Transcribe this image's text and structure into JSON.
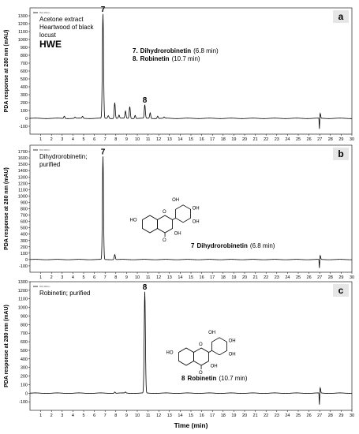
{
  "chart_data": [
    {
      "type": "line",
      "panel": "a",
      "ylabel": "PDA response at 280 nm (mAU)",
      "xlabel": "",
      "xlim": [
        0,
        30
      ],
      "ylim": [
        -200,
        1400
      ],
      "yticks": [
        -100,
        0,
        100,
        200,
        300,
        400,
        500,
        600,
        700,
        800,
        900,
        1000,
        1100,
        1200,
        1300
      ],
      "xticks": [
        1,
        2,
        3,
        4,
        5,
        6,
        7,
        8,
        9,
        10,
        11,
        12,
        13,
        14,
        15,
        16,
        17,
        18,
        19,
        20,
        21,
        22,
        23,
        24,
        25,
        26,
        27,
        28,
        29,
        30
      ],
      "legend_key_text": "PDA 280nm",
      "legend_lines": [
        "Acetone extract",
        "Heartwood of black",
        "locust"
      ],
      "sample_code": "HWE",
      "annotations": [
        {
          "num": "7.",
          "name": "Dihydrorobinetin",
          "rt": "(6.8 min)"
        },
        {
          "num": "8.",
          "name": "Robinetin",
          "rt": "(10.7 min)"
        }
      ],
      "peak_labels": [
        {
          "label": "7",
          "x": 6.8
        },
        {
          "label": "8",
          "x": 10.7
        }
      ],
      "series": [
        {
          "peaks": [
            {
              "x": 3.2,
              "y": 30,
              "w": 0.05
            },
            {
              "x": 4.2,
              "y": 15,
              "w": 0.05
            },
            {
              "x": 4.9,
              "y": 25,
              "w": 0.05
            },
            {
              "x": 6.8,
              "y": 1320,
              "w": 0.055
            },
            {
              "x": 7.3,
              "y": 35,
              "w": 0.06
            },
            {
              "x": 7.9,
              "y": 200,
              "w": 0.05
            },
            {
              "x": 8.3,
              "y": 40,
              "w": 0.05
            },
            {
              "x": 8.9,
              "y": 90,
              "w": 0.05
            },
            {
              "x": 9.3,
              "y": 150,
              "w": 0.05
            },
            {
              "x": 9.8,
              "y": 40,
              "w": 0.05
            },
            {
              "x": 10.7,
              "y": 170,
              "w": 0.05
            },
            {
              "x": 11.2,
              "y": 70,
              "w": 0.05
            },
            {
              "x": 11.9,
              "y": 30,
              "w": 0.05
            },
            {
              "x": 12.5,
              "y": 15,
              "w": 0.05
            }
          ]
        }
      ]
    },
    {
      "type": "line",
      "panel": "b",
      "ylabel": "PDA response at 280 nm (mAU)",
      "xlabel": "",
      "xlim": [
        0,
        30
      ],
      "ylim": [
        -200,
        1800
      ],
      "yticks": [
        -100,
        0,
        100,
        200,
        300,
        400,
        500,
        600,
        700,
        800,
        900,
        1000,
        1100,
        1200,
        1300,
        1400,
        1500,
        1600,
        1700
      ],
      "xticks": [
        1,
        2,
        3,
        4,
        5,
        6,
        7,
        8,
        9,
        10,
        11,
        12,
        13,
        14,
        15,
        16,
        17,
        18,
        19,
        20,
        21,
        22,
        23,
        24,
        25,
        26,
        27,
        28,
        29,
        30
      ],
      "legend_key_text": "PDA 280nm",
      "legend_lines": [
        "Dihydrorobinetin;",
        "purified"
      ],
      "compound_num": "7",
      "compound_name": "Dihydrorobinetin",
      "compound_rt": "(6.8 min)",
      "peak_labels": [
        {
          "label": "7",
          "x": 6.8
        }
      ],
      "series": [
        {
          "peaks": [
            {
              "x": 6.8,
              "y": 1620,
              "w": 0.05
            },
            {
              "x": 7.9,
              "y": 80,
              "w": 0.05
            }
          ]
        }
      ]
    },
    {
      "type": "line",
      "panel": "c",
      "ylabel": "PDA response at 280 nm (mAU)",
      "xlabel": "Time (min)",
      "xlim": [
        0,
        30
      ],
      "ylim": [
        -200,
        1300
      ],
      "yticks": [
        -100,
        0,
        100,
        200,
        300,
        400,
        500,
        600,
        700,
        800,
        900,
        1000,
        1100,
        1200,
        1300
      ],
      "xticks": [
        1,
        2,
        3,
        4,
        5,
        6,
        7,
        8,
        9,
        10,
        11,
        12,
        13,
        14,
        15,
        16,
        17,
        18,
        19,
        20,
        21,
        22,
        23,
        24,
        25,
        26,
        27,
        28,
        29,
        30
      ],
      "legend_key_text": "PDA 280nm",
      "legend_lines": [
        "Robinetin; purified"
      ],
      "compound_num": "8",
      "compound_name": "Robinetin",
      "compound_rt": "(10.7 min)",
      "peak_labels": [
        {
          "label": "8",
          "x": 10.7
        }
      ],
      "series": [
        {
          "peaks": [
            {
              "x": 7.9,
              "y": 15,
              "w": 0.05
            },
            {
              "x": 8.9,
              "y": 12,
              "w": 0.05
            },
            {
              "x": 10.7,
              "y": 1180,
              "w": 0.055
            }
          ]
        }
      ]
    }
  ],
  "chem": {
    "oh": "OH",
    "ho": "HO",
    "o": "O"
  }
}
